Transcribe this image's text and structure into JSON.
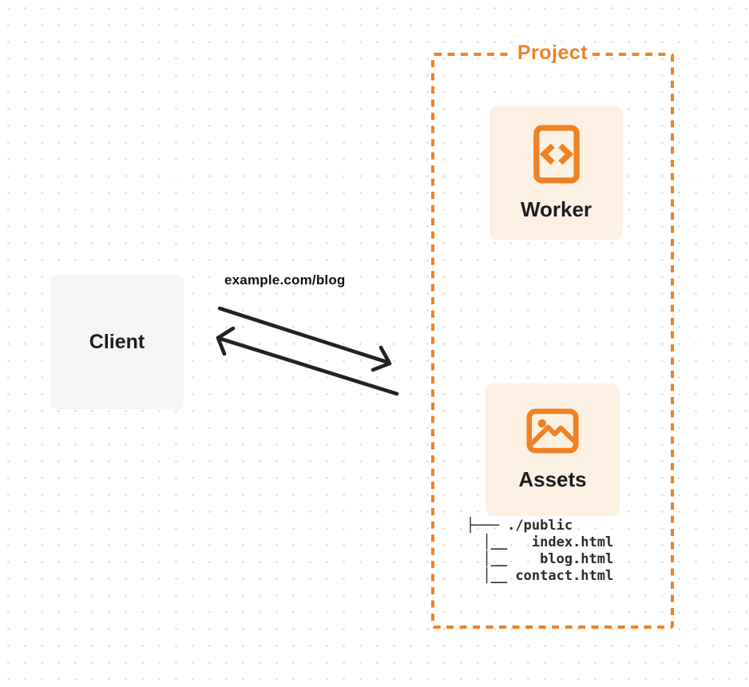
{
  "colors": {
    "accent_orange": "#F08124",
    "card_background": "#FCF1E3",
    "client_background": "#F5F5F6",
    "text_dark": "#1D1D1F",
    "arrow": "#222222",
    "background_dot": "#E3E3E5"
  },
  "client": {
    "label": "Client"
  },
  "request_label": "example.com/blog",
  "project": {
    "title": "Project",
    "worker": {
      "label": "Worker",
      "icon": "code-file-icon"
    },
    "assets": {
      "label": "Assets",
      "icon": "image-icon"
    },
    "file_tree": {
      "root": "./public",
      "files": [
        "index.html",
        "blog.html",
        "contact.html"
      ],
      "rendered": "├─── ./public\n  │__   index.html\n  │__    blog.html\n  │__ contact.html"
    }
  }
}
